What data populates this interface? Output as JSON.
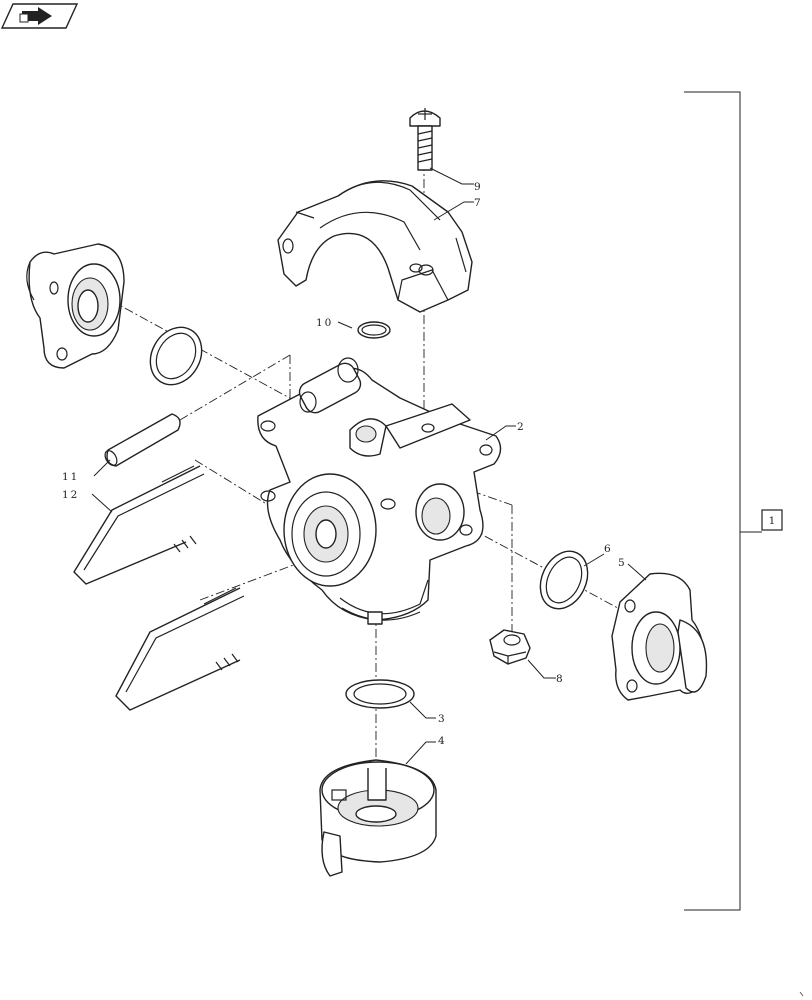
{
  "nav_icon": "page-arrow-icon",
  "assembly_box_label": "1",
  "callouts": [
    {
      "id": "c2",
      "label": "2"
    },
    {
      "id": "c3",
      "label": "3"
    },
    {
      "id": "c4",
      "label": "4"
    },
    {
      "id": "c5",
      "label": "5"
    },
    {
      "id": "c6",
      "label": "6"
    },
    {
      "id": "c7",
      "label": "7"
    },
    {
      "id": "c8",
      "label": "8"
    },
    {
      "id": "c9",
      "label": "9"
    },
    {
      "id": "c10",
      "label": "10"
    },
    {
      "id": "c11",
      "label": "11"
    },
    {
      "id": "c12",
      "label": "12"
    }
  ]
}
